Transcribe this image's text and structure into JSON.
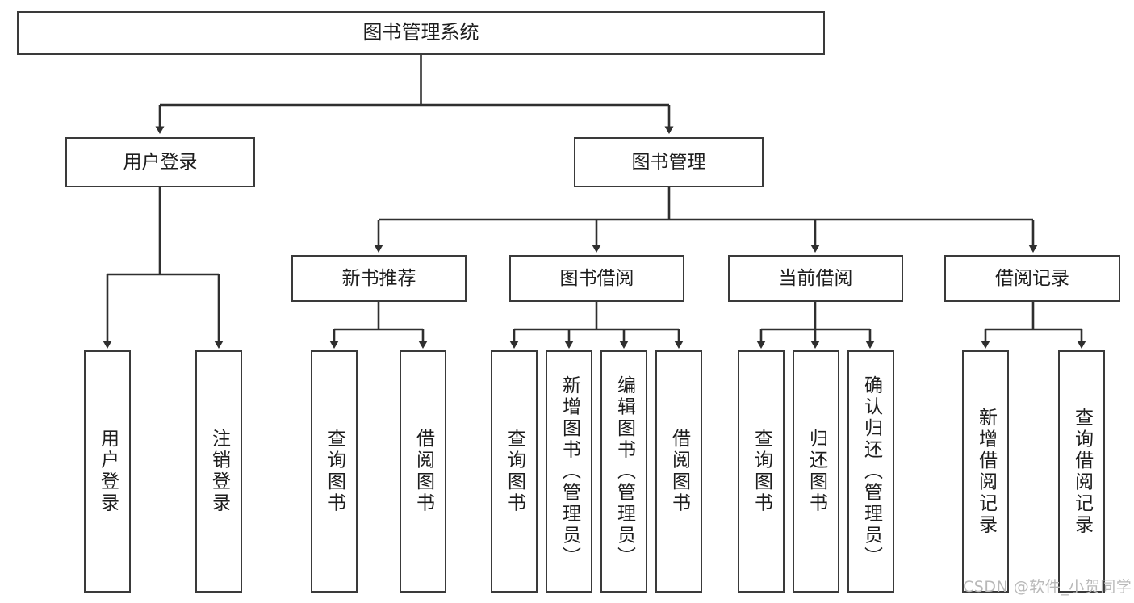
{
  "diagram": {
    "title": "图书管理系统",
    "watermark": "CSDN @软件_小贺同学",
    "stroke_color": "#3a3a3a",
    "fill_color": "#ffffff",
    "text_color": "#1d1d1d",
    "watermark_color": "#b9b9b9"
  },
  "nodes": {
    "root": {
      "label": "图书管理系统"
    },
    "level2": [
      {
        "label": "用户登录"
      },
      {
        "label": "图书管理"
      }
    ],
    "level3": [
      {
        "label": "新书推荐"
      },
      {
        "label": "图书借阅"
      },
      {
        "label": "当前借阅"
      },
      {
        "label": "借阅记录"
      }
    ],
    "leaves_user_login": [
      {
        "label": "用户登录"
      },
      {
        "label": "注销登录"
      }
    ],
    "leaves_new_book": [
      {
        "label": "查询图书"
      },
      {
        "label": "借阅图书"
      }
    ],
    "leaves_borrow": [
      {
        "label": "查询图书"
      },
      {
        "label": "新增图书（管理员）"
      },
      {
        "label": "编辑图书（管理员）"
      },
      {
        "label": "借阅图书"
      }
    ],
    "leaves_current": [
      {
        "label": "查询图书"
      },
      {
        "label": "归还图书"
      },
      {
        "label": "确认归还（管理员）"
      }
    ],
    "leaves_record": [
      {
        "label": "新增借阅记录"
      },
      {
        "label": "查询借阅记录"
      }
    ]
  }
}
